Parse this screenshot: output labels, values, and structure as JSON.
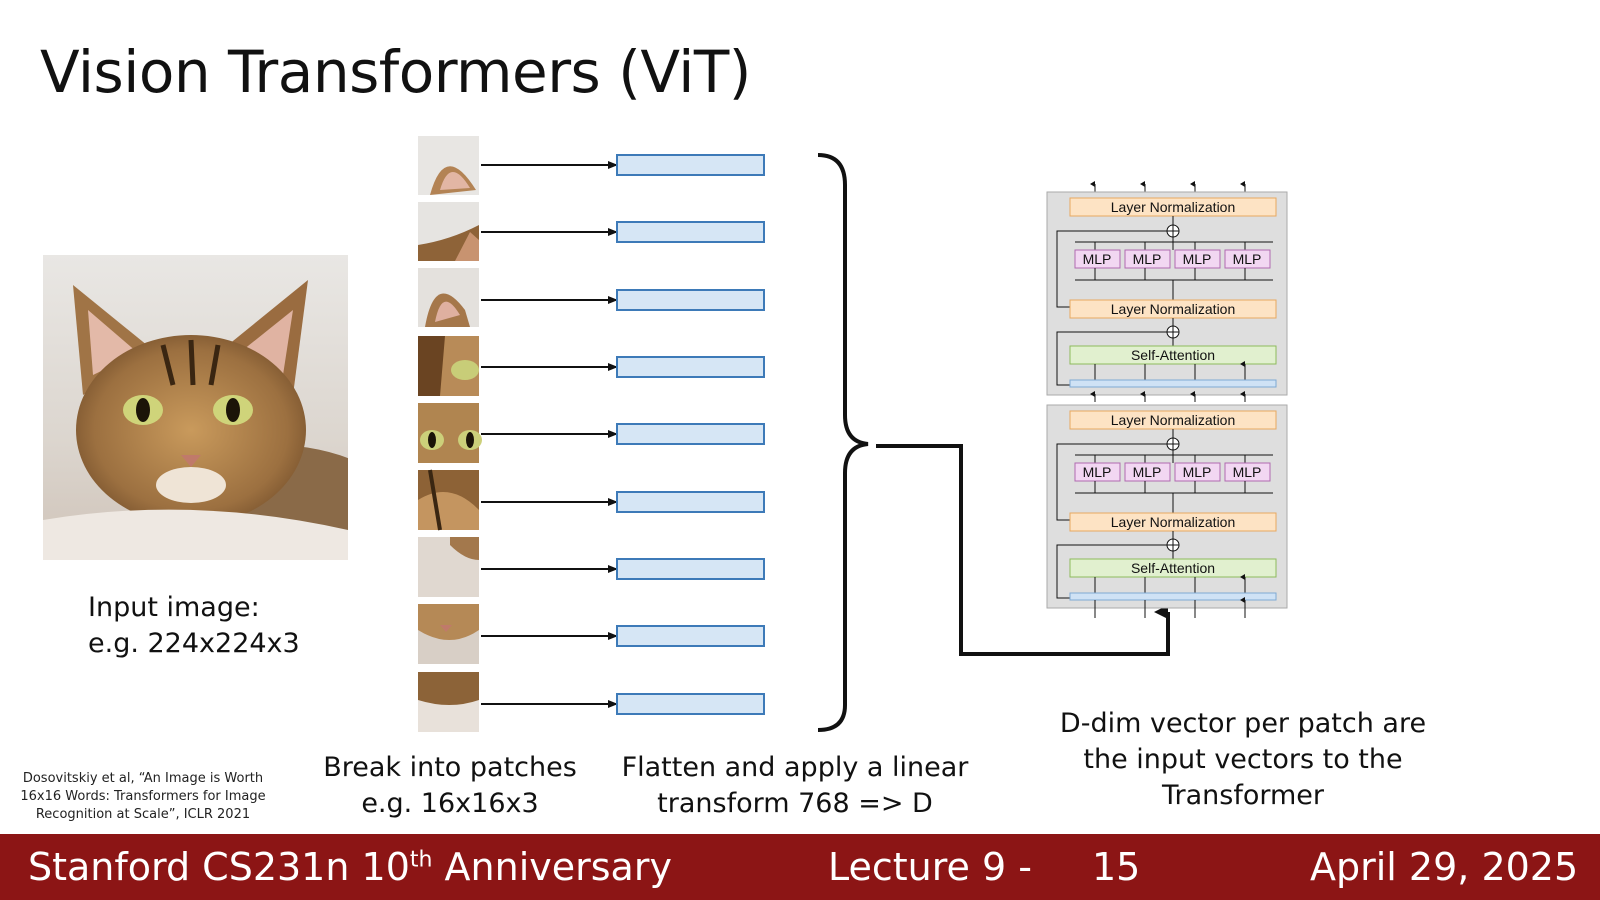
{
  "slide": {
    "title": "Vision Transformers (ViT)",
    "input_caption_line1": "Input image:",
    "input_caption_line2": "e.g. 224x224x3",
    "patches_caption_line1": "Break into patches",
    "patches_caption_line2": "e.g. 16x16x3",
    "flatten_caption_line1": "Flatten and apply a linear",
    "flatten_caption_line2": "transform 768 => D",
    "dvec_caption_line1": "D-dim vector per patch are",
    "dvec_caption_line2": "the input vectors to the",
    "dvec_caption_line3": "Transformer",
    "citation_line1": "Dosovitskiy et al, “An Image is Worth",
    "citation_line2": "16x16 Words: Transformers for Image",
    "citation_line3": "Recognition at Scale”, ICLR 2021"
  },
  "transformer": {
    "layer_norm_label": "Layer Normalization",
    "mlp_label": "MLP",
    "self_attention_label": "Self-Attention"
  },
  "footer": {
    "course_prefix": "Stanford CS231n 10",
    "course_sup": "th",
    "course_suffix": " Anniversary",
    "lecture": "Lecture 9 -",
    "page": "15",
    "date": "April 29, 2025"
  },
  "colors": {
    "footer_bg": "#8c1515",
    "patch_vector_fill": "#d6e6f5",
    "patch_vector_stroke": "#3d7ab8",
    "layer_norm_fill": "#fde3c4",
    "mlp_fill": "#f2d7f2",
    "self_attention_fill": "#e1f0cf",
    "block_bg": "#dedede"
  },
  "icons": {
    "input_image": "cat-photo",
    "patch_images": "cat-patch-thumbnails",
    "brace": "right-curly-brace",
    "residual_add": "plus-circle-icon"
  }
}
